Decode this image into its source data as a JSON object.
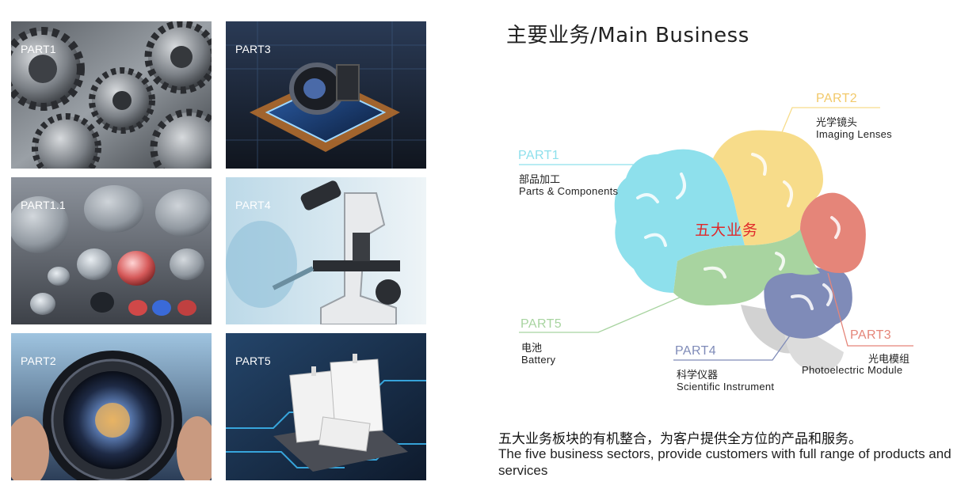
{
  "title": "主要业务/Main Business",
  "tiles": [
    {
      "label": "PART1"
    },
    {
      "label": "PART3"
    },
    {
      "label": "PART1.1"
    },
    {
      "label": "PART4"
    },
    {
      "label": "PART2"
    },
    {
      "label": "PART5"
    }
  ],
  "diagram": {
    "center": "五大业务",
    "parts": [
      {
        "name": "PART1",
        "cn": "部品加工",
        "en": "Parts & Components",
        "color": "#8ee0ec"
      },
      {
        "name": "PART2",
        "cn": "光学镜头",
        "en": "Imaging Lenses",
        "color": "#f7dc8a"
      },
      {
        "name": "PART3",
        "cn": "光电模组",
        "en": "Photoelectric Module",
        "color": "#e58579"
      },
      {
        "name": "PART4",
        "cn": "科学仪器",
        "en": "Scientific Instrument",
        "color": "#7f8bb8"
      },
      {
        "name": "PART5",
        "cn": "电池",
        "en": "Battery",
        "color": "#a8d4a0"
      }
    ]
  },
  "description": {
    "cn": "五大业务板块的有机整合，为客户提供全方位的产品和服务。",
    "en": "The five business sectors, provide customers with full range of products and services"
  }
}
